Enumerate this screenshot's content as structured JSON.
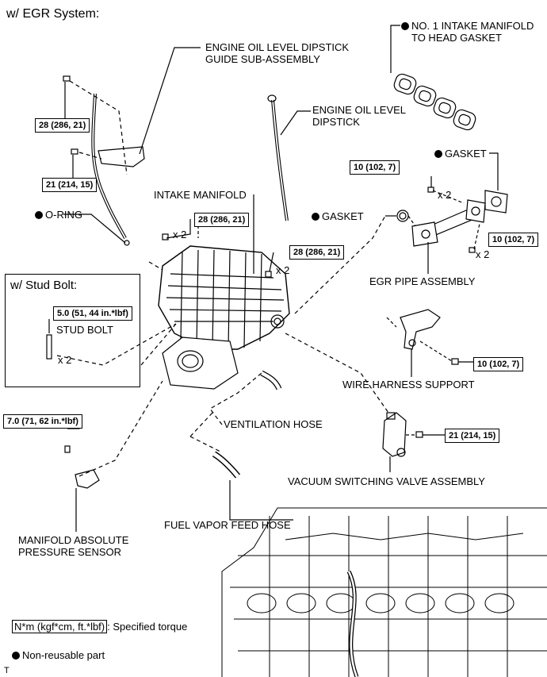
{
  "heading": "w/ EGR System:",
  "labels": {
    "dipstick_guide": [
      "ENGINE OIL LEVEL DIPSTICK",
      "GUIDE SUB-ASSEMBLY"
    ],
    "intake_gasket": [
      "NO. 1 INTAKE MANIFOLD",
      "TO HEAD GASKET"
    ],
    "dipstick": [
      "ENGINE OIL LEVEL",
      "DIPSTICK"
    ],
    "gasket_upper": "GASKET",
    "intake_manifold": "INTAKE MANIFOLD",
    "gasket_mid": "GASKET",
    "o_ring": "O-RING",
    "egr_pipe": "EGR PIPE ASSEMBLY",
    "stud_box_title": "w/ Stud Bolt:",
    "stud_bolt": "STUD BOLT",
    "wire_harness_support": "WIRE HARNESS SUPPORT",
    "ventilation_hose": "VENTILATION HOSE",
    "vsv": "VACUUM SWITCHING VALVE ASSEMBLY",
    "fuel_vapor_hose": "FUEL VAPOR FEED HOSE",
    "map_sensor": [
      "MANIFOLD ABSOLUTE",
      "PRESSURE SENSOR"
    ],
    "quantity": "x 2"
  },
  "torques": {
    "dipstick_top": "28 (286, 21)",
    "dipstick_mid": "21 (214, 15)",
    "manifold_left": "28 (286, 21)",
    "manifold_right": "28 (286, 21)",
    "egr_left": "10 (102, 7)",
    "egr_right": "10 (102, 7)",
    "stud": "5.0 (51, 44 in.*lbf)",
    "harness": "10 (102, 7)",
    "vsv": "21 (214, 15)",
    "map_sensor": "7.0 (71, 62 in.*lbf)"
  },
  "legend": {
    "torque_box": "N*m (kgf*cm, ft.*lbf)",
    "torque_text": ": Specified torque",
    "non_reusable": "Non-reusable part"
  },
  "figure_code": "T"
}
